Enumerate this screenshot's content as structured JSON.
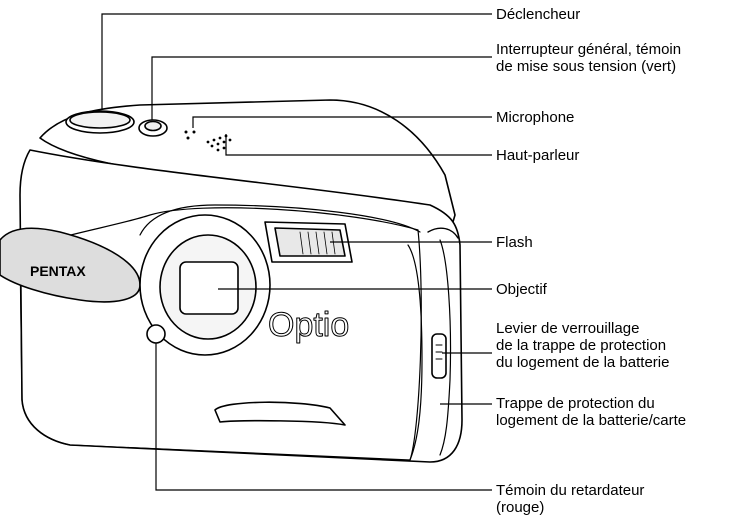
{
  "brand": "PENTAX",
  "model": "Optio",
  "labels": {
    "shutter": [
      "Déclencheur"
    ],
    "power": [
      "Interrupteur général, témoin",
      "de mise sous tension (vert)"
    ],
    "microphone": [
      "Microphone"
    ],
    "speaker": [
      "Haut-parleur"
    ],
    "flash": [
      "Flash"
    ],
    "lens": [
      "Objectif"
    ],
    "lock_lever": [
      "Levier de verrouillage",
      "de la trappe de protection",
      "du logement de la batterie"
    ],
    "battery_cover": [
      "Trappe de protection du",
      "logement de la batterie/carte"
    ],
    "self_timer": [
      "Témoin du retardateur",
      "(rouge)"
    ]
  }
}
